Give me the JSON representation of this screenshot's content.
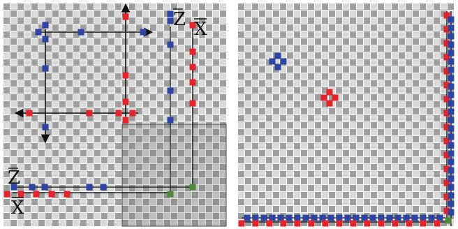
{
  "labels": {
    "left_top_z": "Z",
    "left_top_x": "X",
    "left_bottom_z": "Z",
    "left_bottom_x": "X"
  },
  "colors": {
    "checker_dark": "#9e9e9e",
    "checker_light": "#d9d9d9",
    "background": "#ffffff",
    "red": "#e3242b",
    "blue": "#2f43a2",
    "green": "#4f8a3c",
    "line": "#000000",
    "shade_fill": "#7a7a7a"
  },
  "icons": {
    "arrowhead": "arrow-icon",
    "corner_marker": "green-corner-icon"
  }
}
